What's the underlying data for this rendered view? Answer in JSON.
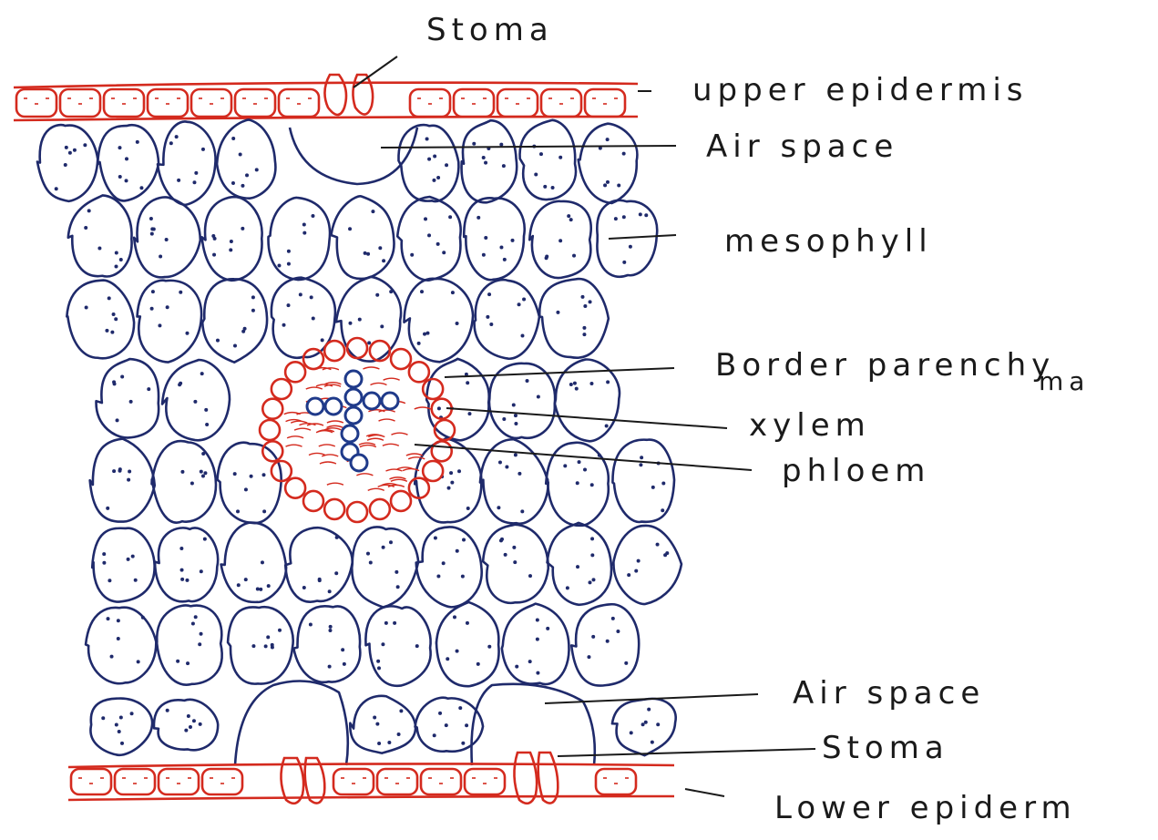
{
  "figure": {
    "labels": {
      "stoma_top": "Stoma",
      "upper_epidermis": "upper epidermis",
      "air_space_top": "Air space",
      "mesophyll": "mesophyll",
      "border_parenchyma_1": "Border parenchy",
      "border_parenchyma_2": "ma",
      "xylem": "xylem",
      "phloem": "phloem",
      "air_space_bottom": "Air space",
      "stoma_bottom": "Stoma",
      "lower_epidermis": "Lower epiderm"
    },
    "colors": {
      "ink": "#1f2a6b",
      "epidermis": "#d42a1e",
      "vascular_bundle": "#d42a1e",
      "xylem": "#1f3a8a",
      "text": "#1a1a1a"
    }
  }
}
